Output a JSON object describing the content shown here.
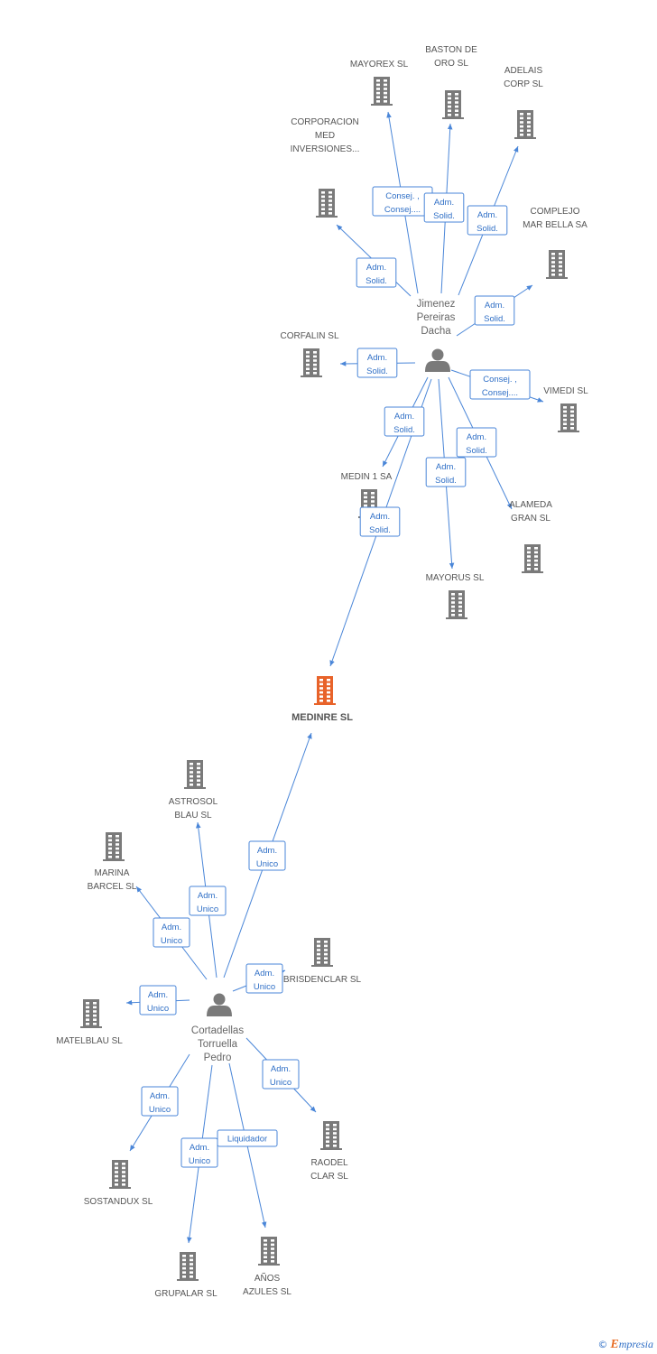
{
  "colors": {
    "edge": "#4a86d8",
    "label_text": "#2f6fc6",
    "company_icon": "#7a7a7a",
    "center_icon": "#e8632a",
    "person_icon": "#7a7a7a"
  },
  "center": {
    "id": "medinre",
    "label": "MEDINRE SL"
  },
  "persons": [
    {
      "id": "jimenez",
      "lines": [
        "Jimenez",
        "Pereiras",
        "Dacha"
      ]
    },
    {
      "id": "cortadellas",
      "lines": [
        "Cortadellas",
        "Torruella",
        "Pedro"
      ]
    }
  ],
  "companies": [
    {
      "id": "mayorex",
      "lines": [
        "MAYOREX SL"
      ]
    },
    {
      "id": "baston",
      "lines": [
        "BASTON DE",
        "ORO  SL"
      ]
    },
    {
      "id": "adelais",
      "lines": [
        "ADELAIS",
        "CORP SL"
      ]
    },
    {
      "id": "corporacion",
      "lines": [
        "CORPORACION",
        "MED",
        "INVERSIONES..."
      ]
    },
    {
      "id": "complejo",
      "lines": [
        "COMPLEJO",
        "MAR BELLA SA"
      ]
    },
    {
      "id": "corfalin",
      "lines": [
        "CORFALIN SL"
      ]
    },
    {
      "id": "vimedi",
      "lines": [
        "VIMEDI  SL"
      ]
    },
    {
      "id": "medin1",
      "lines": [
        "MEDIN 1 SA"
      ]
    },
    {
      "id": "alameda",
      "lines": [
        "ALAMEDA",
        "GRAN SL"
      ]
    },
    {
      "id": "mayorus",
      "lines": [
        "MAYORUS SL"
      ]
    },
    {
      "id": "astrosol",
      "lines": [
        "ASTROSOL",
        "BLAU SL"
      ]
    },
    {
      "id": "marina",
      "lines": [
        "MARINA",
        "BARCEL SL"
      ]
    },
    {
      "id": "brisdenclar",
      "lines": [
        "BRISDENCLAR SL"
      ]
    },
    {
      "id": "matelblau",
      "lines": [
        "MATELBLAU SL"
      ]
    },
    {
      "id": "raodel",
      "lines": [
        "RAODEL",
        "CLAR SL"
      ]
    },
    {
      "id": "sostandux",
      "lines": [
        "SOSTANDUX SL"
      ]
    },
    {
      "id": "grupalar",
      "lines": [
        "GRUPALAR SL"
      ]
    },
    {
      "id": "anos",
      "lines": [
        "AÑOS",
        "AZULES SL"
      ]
    }
  ],
  "edges": [
    {
      "from": "jimenez",
      "to": "mayorex",
      "label": [
        "Consej. ,",
        "Consej...."
      ]
    },
    {
      "from": "jimenez",
      "to": "baston",
      "label": [
        "Adm.",
        "Solid."
      ]
    },
    {
      "from": "jimenez",
      "to": "adelais",
      "label": [
        "Adm.",
        "Solid."
      ]
    },
    {
      "from": "jimenez",
      "to": "corporacion",
      "label": [
        "Adm.",
        "Solid."
      ]
    },
    {
      "from": "jimenez",
      "to": "complejo",
      "label": [
        "Adm.",
        "Solid."
      ]
    },
    {
      "from": "jimenez",
      "to": "corfalin",
      "label": [
        "Adm.",
        "Solid."
      ]
    },
    {
      "from": "jimenez",
      "to": "vimedi",
      "label": [
        "Consej. ,",
        "Consej...."
      ]
    },
    {
      "from": "jimenez",
      "to": "medin1",
      "label": [
        "Adm.",
        "Solid."
      ]
    },
    {
      "from": "jimenez",
      "to": "alameda",
      "label": [
        "Adm.",
        "Solid."
      ]
    },
    {
      "from": "jimenez",
      "to": "mayorus",
      "label": [
        "Adm.",
        "Solid."
      ]
    },
    {
      "from": "jimenez",
      "to": "medinre",
      "label": [
        "Adm.",
        "Solid."
      ]
    },
    {
      "from": "cortadellas",
      "to": "medinre",
      "label": [
        "Adm.",
        "Unico"
      ]
    },
    {
      "from": "cortadellas",
      "to": "astrosol",
      "label": [
        "Adm.",
        "Unico"
      ]
    },
    {
      "from": "cortadellas",
      "to": "marina",
      "label": [
        "Adm.",
        "Unico"
      ]
    },
    {
      "from": "cortadellas",
      "to": "brisdenclar",
      "label": [
        "Adm.",
        "Unico"
      ]
    },
    {
      "from": "cortadellas",
      "to": "matelblau",
      "label": [
        "Adm.",
        "Unico"
      ]
    },
    {
      "from": "cortadellas",
      "to": "raodel",
      "label": [
        "Adm.",
        "Unico"
      ]
    },
    {
      "from": "cortadellas",
      "to": "sostandux",
      "label": [
        "Adm.",
        "Unico"
      ]
    },
    {
      "from": "cortadellas",
      "to": "grupalar",
      "label": [
        "Adm.",
        "Unico"
      ]
    },
    {
      "from": "cortadellas",
      "to": "anos",
      "label": [
        "Liquidador"
      ]
    }
  ],
  "footer": {
    "copyright": "©",
    "brand_initial": "E",
    "brand_rest": "mpresia"
  }
}
